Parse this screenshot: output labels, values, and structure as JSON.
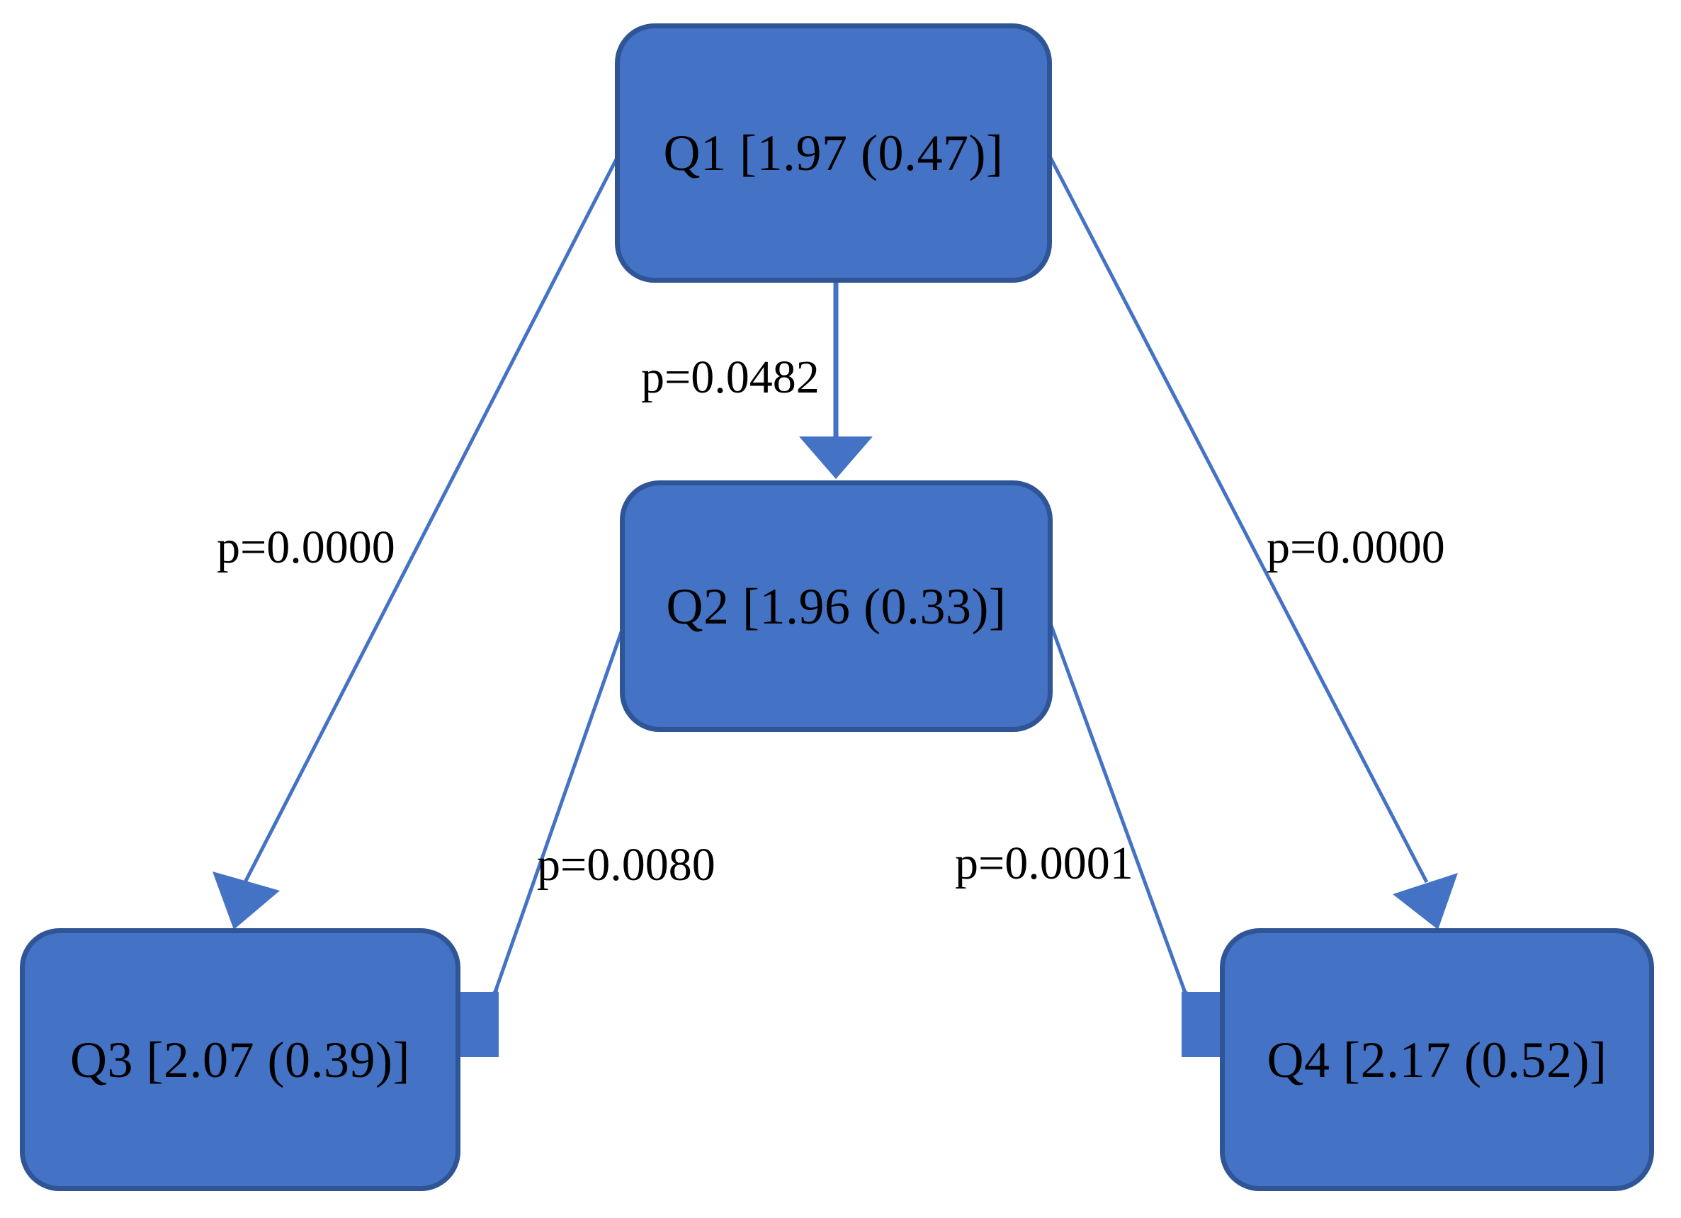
{
  "diagram": {
    "type": "directed-graph",
    "background_color": "#FFFFFF",
    "node_fill_color": "#4472C4",
    "node_border_color": "#2F5597",
    "edge_color": "#4472C4",
    "label_text_color": "#000000",
    "nodes": [
      {
        "id": "q1",
        "label": "Q1 [1.97 (0.47)]",
        "item": "Q1",
        "mean": 1.97,
        "sd": 0.47
      },
      {
        "id": "q2",
        "label": "Q2 [1.96 (0.33)]",
        "item": "Q2",
        "mean": 1.96,
        "sd": 0.33
      },
      {
        "id": "q3",
        "label": "Q3 [2.07 (0.39)]",
        "item": "Q3",
        "mean": 2.07,
        "sd": 0.39
      },
      {
        "id": "q4",
        "label": "Q4 [2.17 (0.52)]",
        "item": "Q4",
        "mean": 2.17,
        "sd": 0.52
      }
    ],
    "edges": [
      {
        "id": "q1q2",
        "from": "q1",
        "to": "q2",
        "label": "p=0.0482",
        "p_value": 0.0482
      },
      {
        "id": "q1q3",
        "from": "q1",
        "to": "q3",
        "label": "p=0.0000",
        "p_value": 0.0
      },
      {
        "id": "q1q4",
        "from": "q1",
        "to": "q4",
        "label": "p=0.0000",
        "p_value": 0.0
      },
      {
        "id": "q2q3",
        "from": "q2",
        "to": "q3",
        "label": "p=0.0080",
        "p_value": 0.008
      },
      {
        "id": "q2q4",
        "from": "q2",
        "to": "q4",
        "label": "p=0.0001",
        "p_value": 0.0001
      }
    ]
  }
}
